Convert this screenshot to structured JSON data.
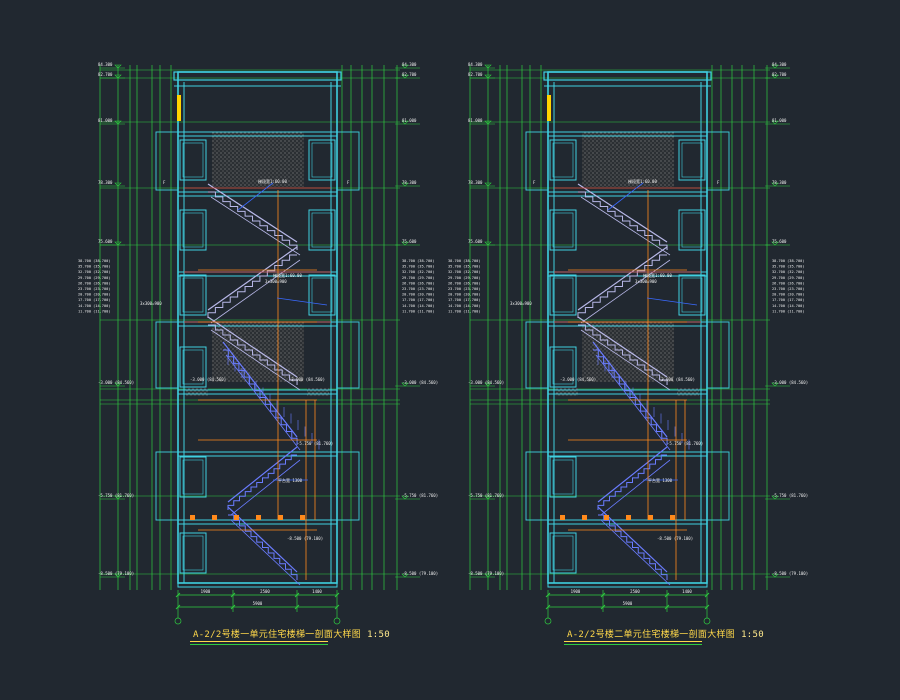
{
  "drawing": {
    "background": "#212830",
    "colors": {
      "grid": "#2ecc40",
      "wall": "#3fd0e0",
      "stair_lower": "#6a7cff",
      "stair_upper": "#b8b8e8",
      "dimension": "#ff8a1c",
      "level_line": "#e84040",
      "hatch": "#8a8a8a",
      "text": "#f0f0f0",
      "title": "#ffd84a",
      "window_fill": "#ffd400"
    }
  },
  "panels": [
    {
      "id": "left",
      "title": "A-2/2号楼一单元住宅楼梯一剖面大样图",
      "scale": "1:50",
      "left_levels": [
        {
          "label": "84.300"
        },
        {
          "label": "82.700"
        },
        {
          "label": "81.000"
        },
        {
          "label": "78.300"
        },
        {
          "label": "75.600"
        },
        {
          "label": "-3.000 (84.560)"
        },
        {
          "label": "-5.750 (81.760)"
        },
        {
          "label": "-8.500 (79.100)"
        }
      ],
      "right_levels": [
        {
          "label": "84.300"
        },
        {
          "label": "82.700"
        },
        {
          "label": "81.000"
        },
        {
          "label": "78.300"
        },
        {
          "label": "75.600"
        },
        {
          "label": "-3.000 (84.560)"
        },
        {
          "label": "-5.750 (81.760)"
        },
        {
          "label": "-8.500 (79.100)"
        }
      ],
      "stacked_levels": [
        "38.700",
        "35.700",
        "32.700",
        "29.700",
        "26.700",
        "23.700",
        "20.700",
        "17.700",
        "14.700",
        "11.700"
      ],
      "annotations": [
        "梯段宽1:60.00",
        "3x300=900",
        "平台宽 1300"
      ],
      "dims_bottom": [
        "1900",
        "2500",
        "1400"
      ],
      "total": "5900"
    },
    {
      "id": "right",
      "title": "A-2/2号楼二单元住宅楼梯一剖面大样图",
      "scale": "1:50",
      "left_levels": [
        {
          "label": "84.300"
        },
        {
          "label": "82.700"
        },
        {
          "label": "81.000"
        },
        {
          "label": "78.300"
        },
        {
          "label": "75.600"
        },
        {
          "label": "-3.000 (84.560)"
        },
        {
          "label": "-5.750 (81.760)"
        },
        {
          "label": "-8.500 (79.100)"
        }
      ],
      "right_levels": [
        {
          "label": "84.300"
        },
        {
          "label": "82.700"
        },
        {
          "label": "81.000"
        },
        {
          "label": "78.300"
        },
        {
          "label": "75.600"
        },
        {
          "label": "-3.000 (84.560)"
        },
        {
          "label": "-5.750 (81.760)"
        },
        {
          "label": "-8.500 (79.100)"
        }
      ],
      "stacked_levels": [
        "38.700",
        "35.700",
        "32.700",
        "29.700",
        "26.700",
        "23.700",
        "20.700",
        "17.700",
        "14.700",
        "11.700"
      ],
      "annotations": [
        "梯段宽1:60.00",
        "3x300=900",
        "平台宽 1300"
      ],
      "dims_bottom": [
        "1900",
        "2500",
        "1400"
      ],
      "total": "5900"
    }
  ]
}
